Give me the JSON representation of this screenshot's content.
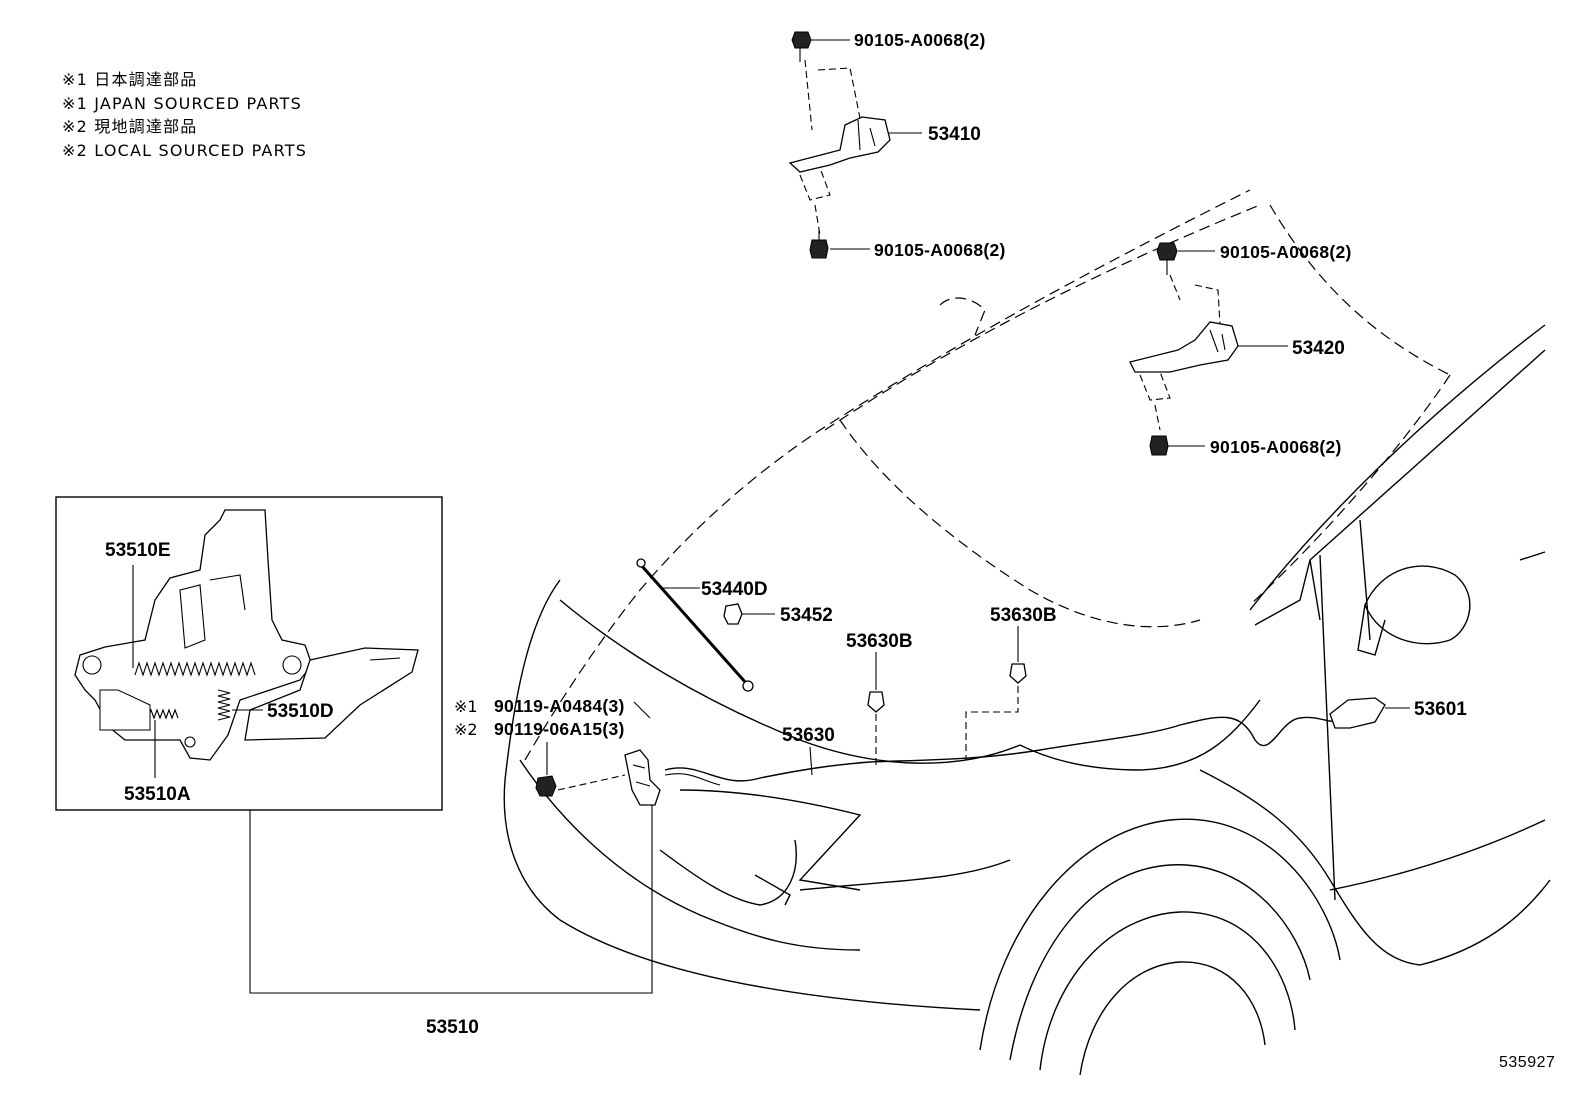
{
  "notes": [
    "※1 日本調達部品",
    "※1 JAPAN SOURCED PARTS",
    "※2 現地調達部品",
    "※2 LOCAL SOURCED PARTS"
  ],
  "labels": {
    "bolt_hinge_l_top": "90105-A0068(2)",
    "hinge_l": "53410",
    "bolt_hinge_l_bottom": "90105-A0068(2)",
    "bolt_hinge_r_top": "90105-A0068(2)",
    "hinge_r": "53420",
    "bolt_hinge_r_bottom": "90105-A0068(2)",
    "latch_spring_e": "53510E",
    "latch_spring_d": "53510D",
    "latch_spring_a": "53510A",
    "latch_assembly": "53510",
    "support_rod": "53440D",
    "rod_holder": "53452",
    "cable_clamp_1": "53630B",
    "cable_clamp_2": "53630B",
    "release_cable": "53630",
    "release_lever": "53601",
    "latch_bolt_jp_mark": "※1",
    "latch_bolt_jp": "90119-A0484(3)",
    "latch_bolt_local_mark": "※2",
    "latch_bolt_local": "90119-06A15(3)"
  },
  "illustration_number": "535927"
}
